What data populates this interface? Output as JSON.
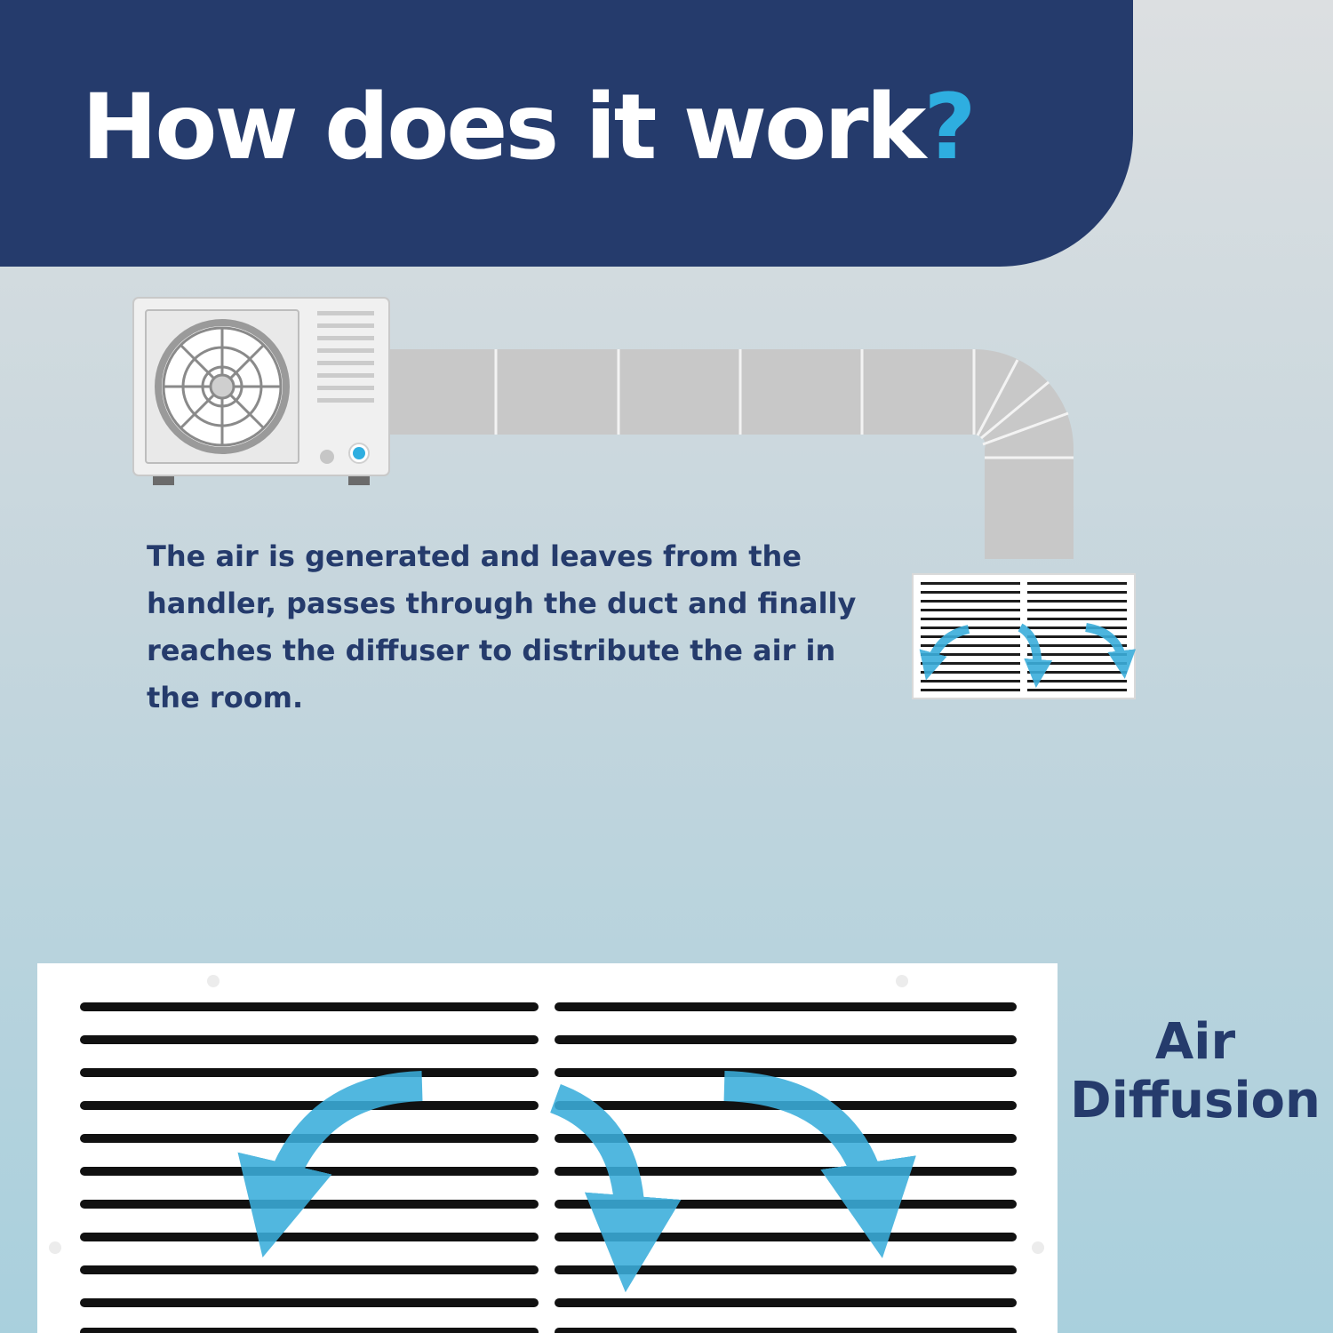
{
  "header": {
    "title": "How does it work",
    "title_mark": "?"
  },
  "description": "The air is generated and leaves from the handler, passes through the duct and finally reaches the diffuser to distribute the air in the room.",
  "diffusion_label": {
    "line1": "Air",
    "line2": "Diffusion"
  },
  "icons": [
    "air-handler-unit-icon",
    "duct-icon",
    "small-diffuser-icon",
    "large-diffuser-grille-icon",
    "airflow-arrow-icon"
  ],
  "colors": {
    "navy": "#253b6c",
    "accent_blue": "#2eaee0",
    "arrow_blue": "#3aaedb",
    "duct_gray": "#c8c8c8",
    "grille_white": "#ffffff"
  }
}
